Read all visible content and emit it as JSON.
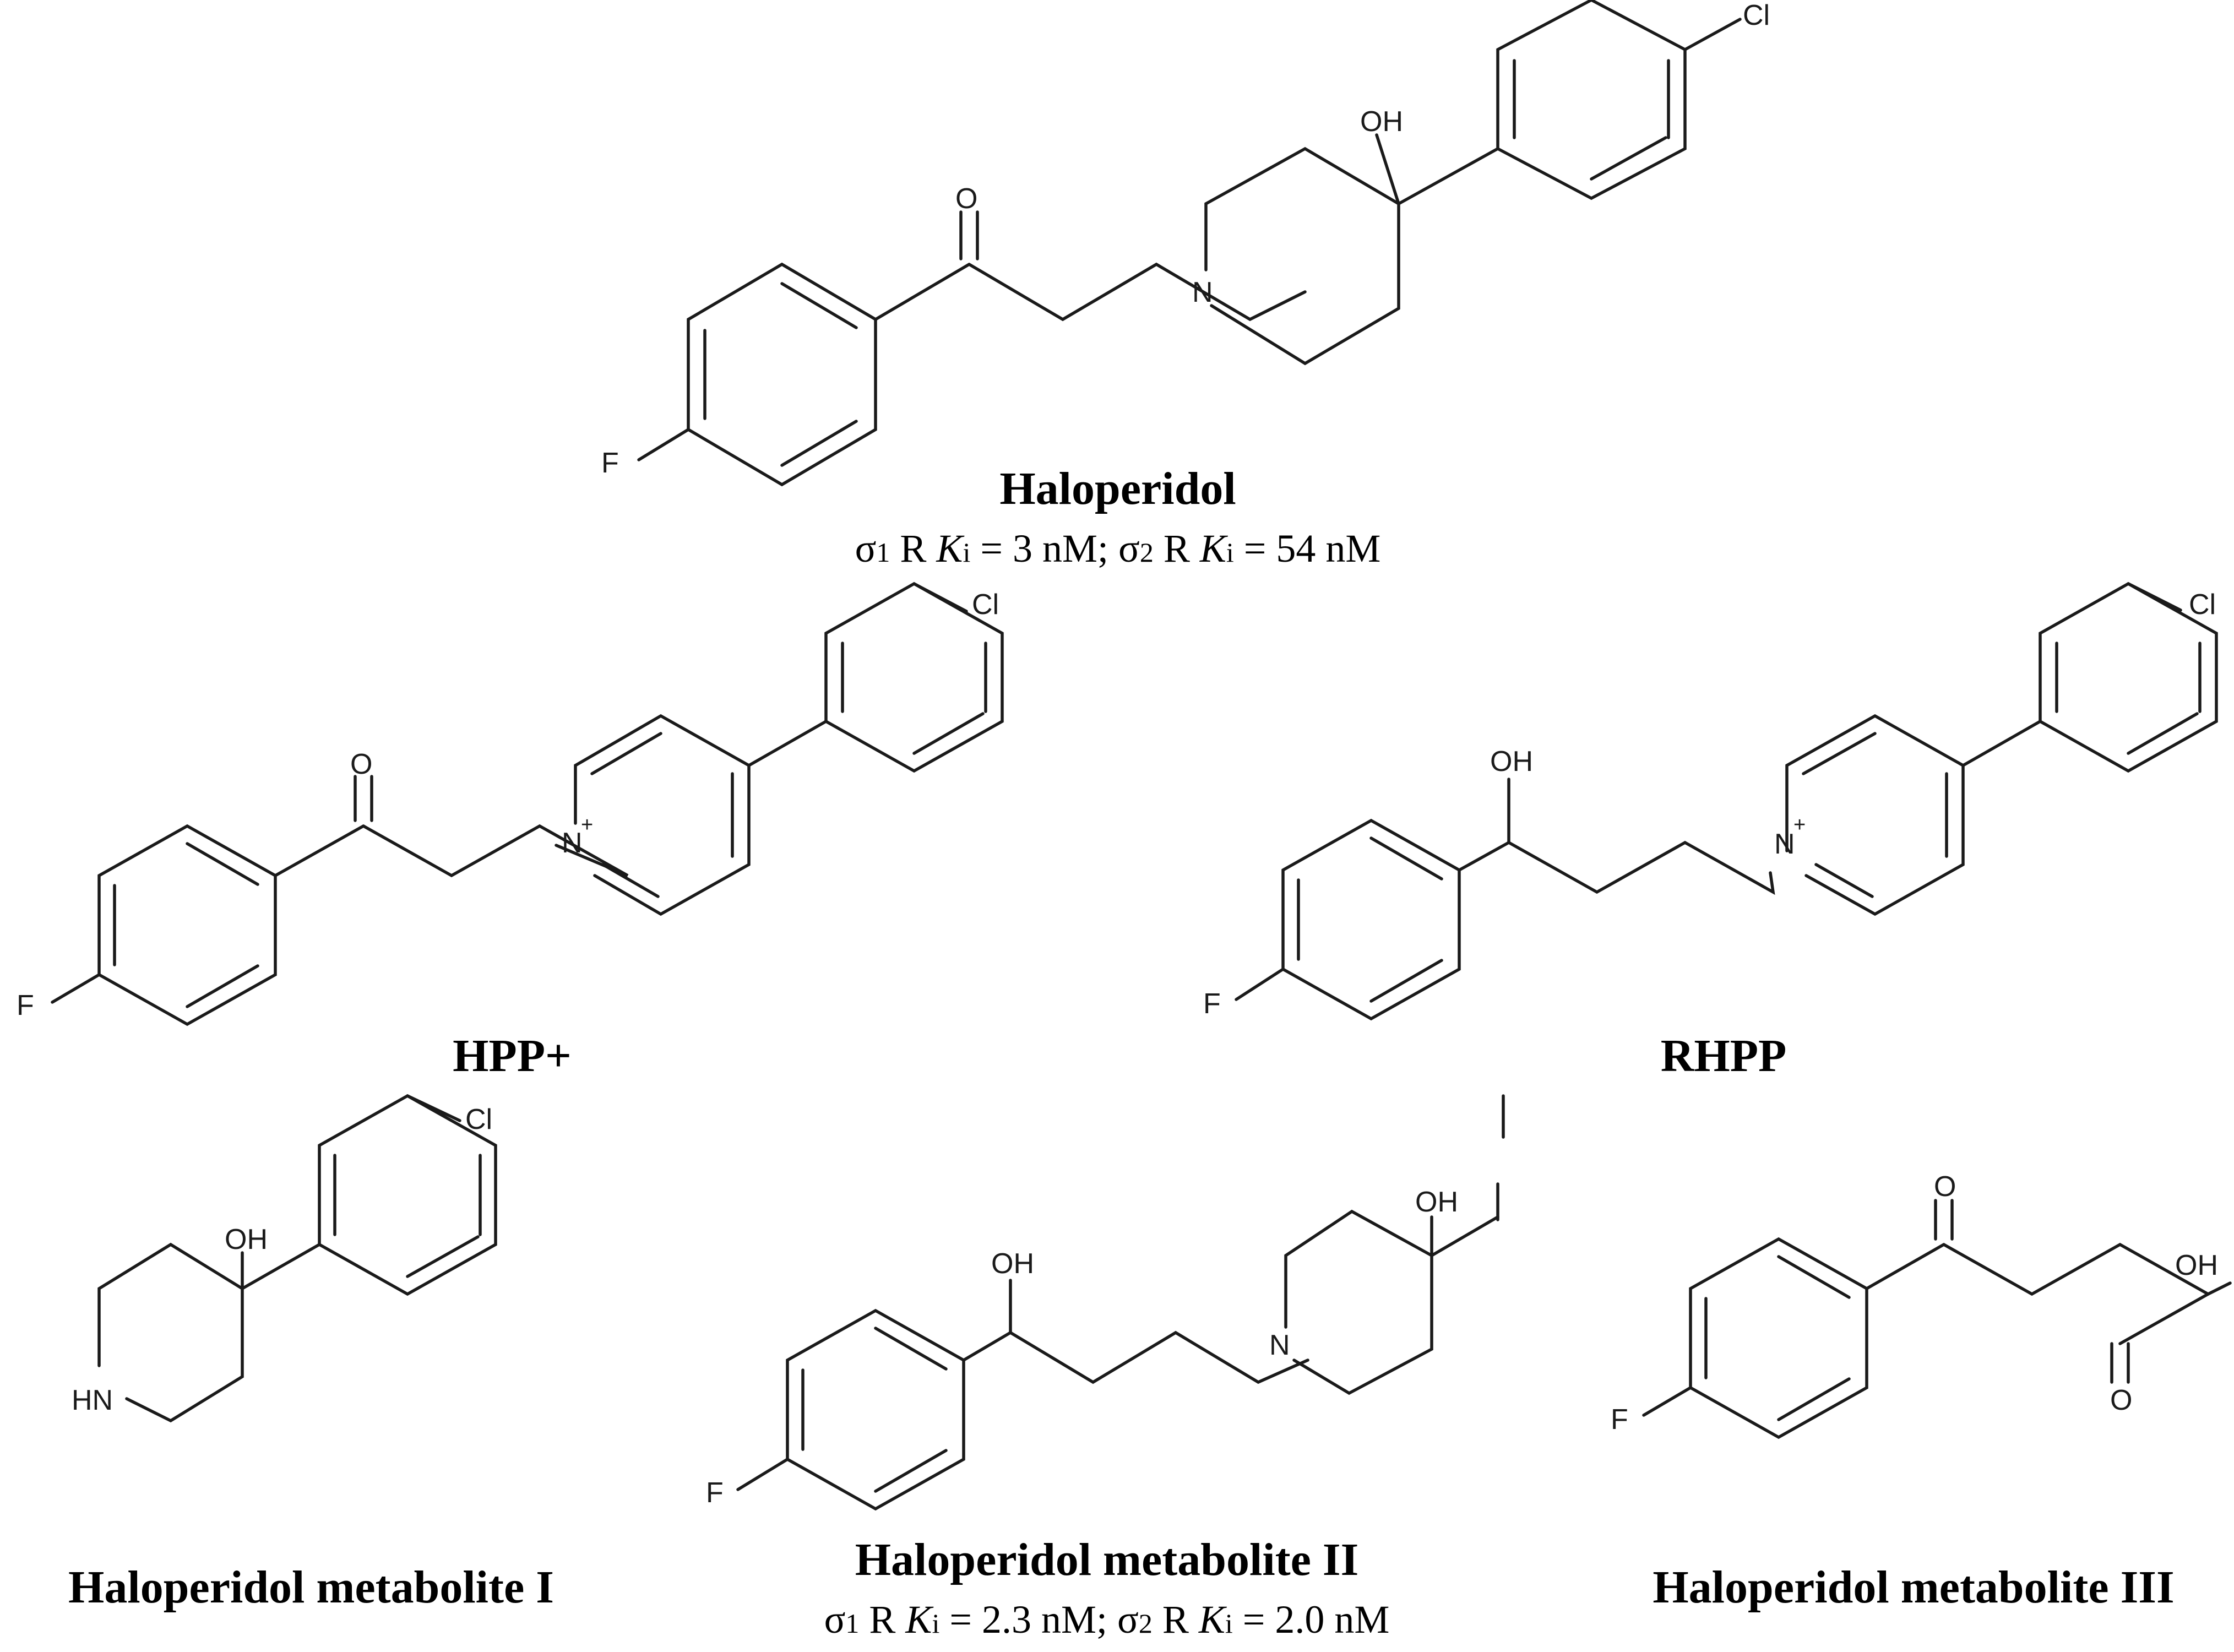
{
  "atoms": {
    "F": "F",
    "Cl": "Cl",
    "O": "O",
    "OH": "OH",
    "N": "N",
    "HN": "HN",
    "plus": "+"
  },
  "compounds": {
    "haloperidol": {
      "name": "Haloperidol",
      "ki": {
        "sym": "σ",
        "s1": "1",
        "r1": " R ",
        "k1": "K",
        "i1": "i",
        "v1": " = 3 nM; ",
        "s2": "2",
        "r2": " R ",
        "k2": "K",
        "i2": "i",
        "v2": " = 54 nM"
      }
    },
    "hpp": {
      "name": "HPP+"
    },
    "rhpp": {
      "name": "RHPP"
    },
    "met1": {
      "name": "Haloperidol metabolite I"
    },
    "met2": {
      "name": "Haloperidol metabolite II",
      "ki": {
        "sym": "σ",
        "s1": "1",
        "r1": " R ",
        "k1": "K",
        "i1": "i",
        "v1": " = 2.3 nM; ",
        "s2": "2",
        "r2": " R ",
        "k2": "K",
        "i2": "i",
        "v2": " = 2.0 nM"
      }
    },
    "met3": {
      "name": "Haloperidol metabolite III"
    }
  }
}
